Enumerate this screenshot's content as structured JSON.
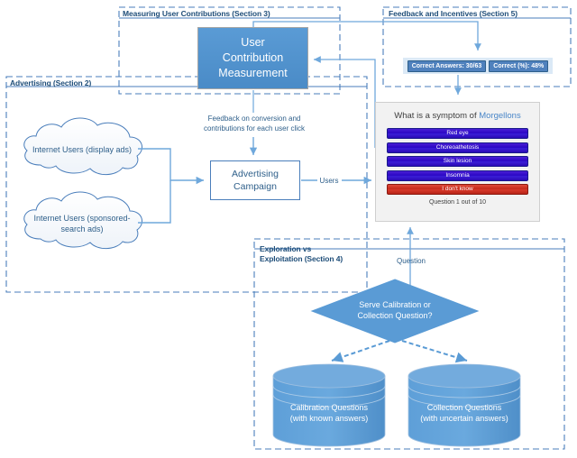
{
  "sections": [
    {
      "id": "measuring",
      "label": "Measuring User Contributions (Section 3)"
    },
    {
      "id": "feedback",
      "label": "Feedback and Incentives (Section 5)"
    },
    {
      "id": "advertising",
      "label": "Advertising (Section 2)"
    },
    {
      "id": "exploration",
      "label": "Exploration vs\nExploitation (Section 4)"
    }
  ],
  "nodes": {
    "ucm": "User\nContribution\nMeasurement",
    "ad_campaign": "Advertising\nCampaign",
    "cloud_display": "Internet Users (display ads)",
    "cloud_sponsored": "Internet Users (sponsored-\nsearch ads)",
    "decision": "Serve Calibration or\nCollection Question?",
    "db_calibration": "Calibration Questions\n(with known answers)",
    "db_collection": "Collection Questions\n(with uncertain answers)"
  },
  "edges": {
    "feedback_conversion": "Feedback on conversion and\ncontributions for each user click",
    "users": "Users",
    "question": "Question"
  },
  "stats": {
    "correct_answers": "Correct Answers: 30/63",
    "correct_pct": "Correct (%): 48%"
  },
  "quiz": {
    "question_prefix": "What is a symptom of ",
    "question_term": "Morgellons",
    "options": [
      "Red eye",
      "Choreoathetosis",
      "Skin lesion",
      "Insomnia",
      "I don't know"
    ],
    "progress": "Question 1 out of 10"
  },
  "colors": {
    "accent_blue": "#5a9bd5",
    "section_label": "#1f4e79",
    "dashed_border": "#4a7ebb",
    "connector": "#6fa8dc",
    "quiz_option": "#2a07c4",
    "quiz_dunno": "#c62a1a",
    "panel_bg": "#f2f2f2",
    "stats_bg": "#dbe9f6"
  }
}
